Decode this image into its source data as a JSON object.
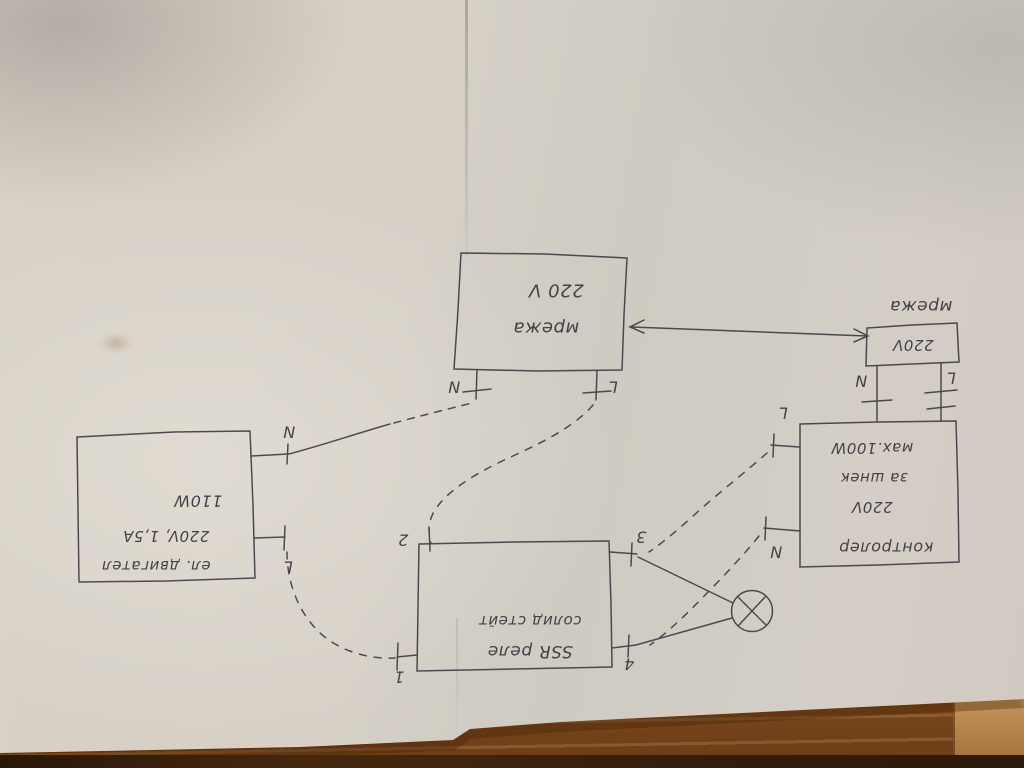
{
  "scene": {
    "description": "Photograph of a hand-drawn electrical wiring diagram on a sheet of paper lying on a wooden table; the sheet is rotated 180 degrees so all handwriting appears upside down",
    "language": "Bulgarian"
  },
  "colors": {
    "ink": "#3c3b43",
    "paper": "#d4cec6",
    "wood": "#b57442",
    "wood_dark": "#2a1708"
  },
  "diagram": {
    "orientation_note": "all handwriting is upside down in the photo",
    "boxes": {
      "motor": {
        "lines": [
          "ел. двигател",
          "220V, 1,5А",
          "110W"
        ],
        "terminals": {
          "n": "N",
          "l": "L"
        }
      },
      "mains": {
        "lines": [
          "мрежа",
          "220 V"
        ],
        "terminals": {
          "n": "N",
          "l": "L"
        }
      },
      "outlet": {
        "caption": "мрежа",
        "lines": [
          "220V"
        ],
        "terminals": {
          "n": "N",
          "l": "L"
        }
      },
      "controller": {
        "lines": [
          "контролер",
          "220V",
          "за шнек",
          "мах.100W"
        ],
        "terminals": {
          "l": "L",
          "n": "N"
        }
      },
      "ssr": {
        "lines": [
          "SSR реле",
          "солид стейт"
        ],
        "terminals": {
          "t1": "1",
          "t2": "2",
          "t3": "3",
          "t4": "4"
        }
      }
    },
    "symbols": {
      "lamp": "circled-X indicator lamp"
    },
    "connections": [
      {
        "from": "motor.N",
        "to": "mains.N",
        "style": "solid-then-dashed"
      },
      {
        "from": "mains.L",
        "to": "ssr.2",
        "style": "dashed"
      },
      {
        "from": "motor.L",
        "to": "ssr.1",
        "style": "dashed"
      },
      {
        "from": "controller.L",
        "to": "ssr.3",
        "style": "dashed"
      },
      {
        "from": "controller.N",
        "to": "ssr.4",
        "style": "dashed"
      },
      {
        "from": "ssr.3",
        "to": "lamp",
        "style": "solid"
      },
      {
        "from": "ssr.4",
        "to": "lamp",
        "style": "solid"
      },
      {
        "from": "mains.box",
        "to": "outlet.box",
        "style": "double-headed-arrow"
      },
      {
        "from": "outlet.N",
        "to": "controller.top",
        "style": "solid"
      },
      {
        "from": "outlet.L",
        "to": "controller.top",
        "style": "solid"
      }
    ]
  }
}
